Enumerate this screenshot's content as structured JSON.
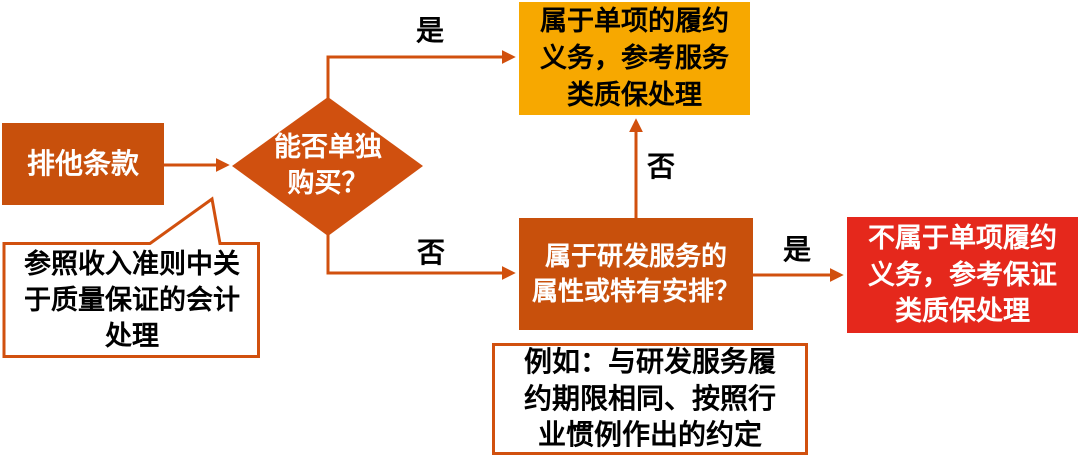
{
  "diagram": {
    "title_semantic": "warranty-clause-accounting-flowchart",
    "colors": {
      "orange_fill": "#C8500C",
      "diamond_fill": "#D0500F",
      "connector": "#D1500E",
      "yellow_fill": "#F7A800",
      "red_fill": "#E5281C",
      "text_light": "#FFFFFF",
      "text_dark": "#000000",
      "background": "#FFFFFF"
    },
    "nodes": {
      "start": {
        "label": "排他条款"
      },
      "callout": {
        "label": "参照收入准则中关\n于质量保证的会计\n处理"
      },
      "decision1": {
        "label": "能否单独\n购买？"
      },
      "outcome_service": {
        "label": "属于单项的履约\n义务，参考服务\n类质保处理"
      },
      "decision2": {
        "label": "属于研发服务的\n属性或特有安排？"
      },
      "outcome_assurance": {
        "label": "不属于单项履约\n义务，参考保证\n类质保处理"
      },
      "example": {
        "label": "例如：与研发服务履\n约期限相同、按照行\n业惯例作出的约定"
      }
    },
    "edge_labels": {
      "decision1_yes": "是",
      "decision1_no": "否",
      "decision2_no": "否",
      "decision2_yes": "是"
    }
  }
}
